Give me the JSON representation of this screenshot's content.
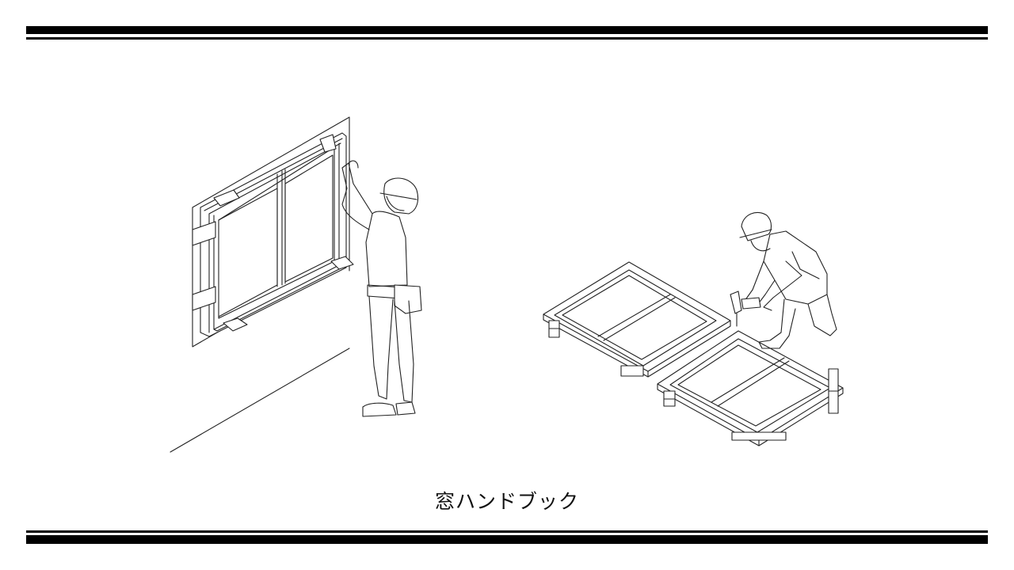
{
  "document": {
    "title": "窓ハンドブック",
    "illustrations": [
      {
        "id": "left",
        "description": "worker-installing-sliding-window-frame-on-wall",
        "icon": "window-install-illustration"
      },
      {
        "id": "right",
        "description": "kneeling-worker-drilling-window-frames-on-floor",
        "icon": "frame-assembly-illustration"
      }
    ]
  },
  "colors": {
    "rule": "#000000",
    "line_art": "#222222",
    "background": "#ffffff",
    "title_text": "#111111"
  }
}
